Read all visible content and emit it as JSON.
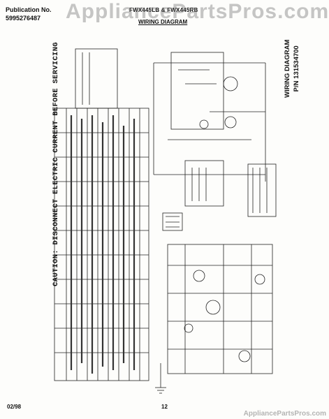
{
  "header": {
    "publication_label": "Publication No.",
    "publication_number": "5995276487",
    "model_line": "FWX445LB & FWX445RB",
    "diagram_title": "WIRING DIAGRAM"
  },
  "watermark": {
    "top": "AppliancePartsPros.com",
    "bottom": "AppliancePartsPros.com"
  },
  "caution": "CAUTION: DISCONNECT ELECTRIC CURRENT BEFORE SERVICING",
  "side_title": {
    "line1": "WIRING DIAGRAM",
    "line2": "P/N 131534700"
  },
  "footer": {
    "date": "02/98",
    "page": "12"
  }
}
